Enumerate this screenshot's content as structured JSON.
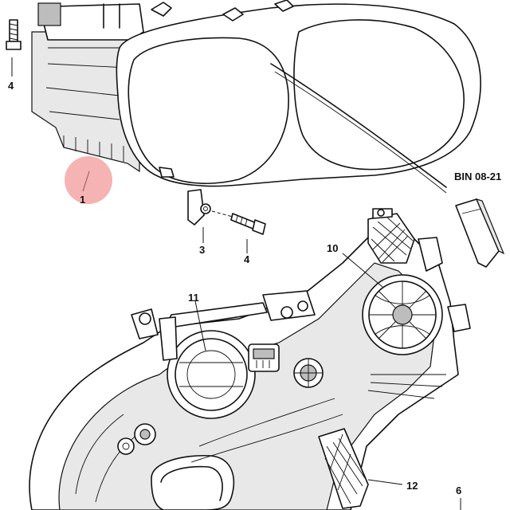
{
  "callouts": {
    "c1": "1",
    "c3": "3",
    "c4a": "4",
    "c4b": "4",
    "c6": "6",
    "c10": "10",
    "c11": "11",
    "c12": "12",
    "bin_ref": "BIN 08-21"
  },
  "colors": {
    "highlight": "#f08080",
    "line": "#111111",
    "background": "#ffffff"
  }
}
